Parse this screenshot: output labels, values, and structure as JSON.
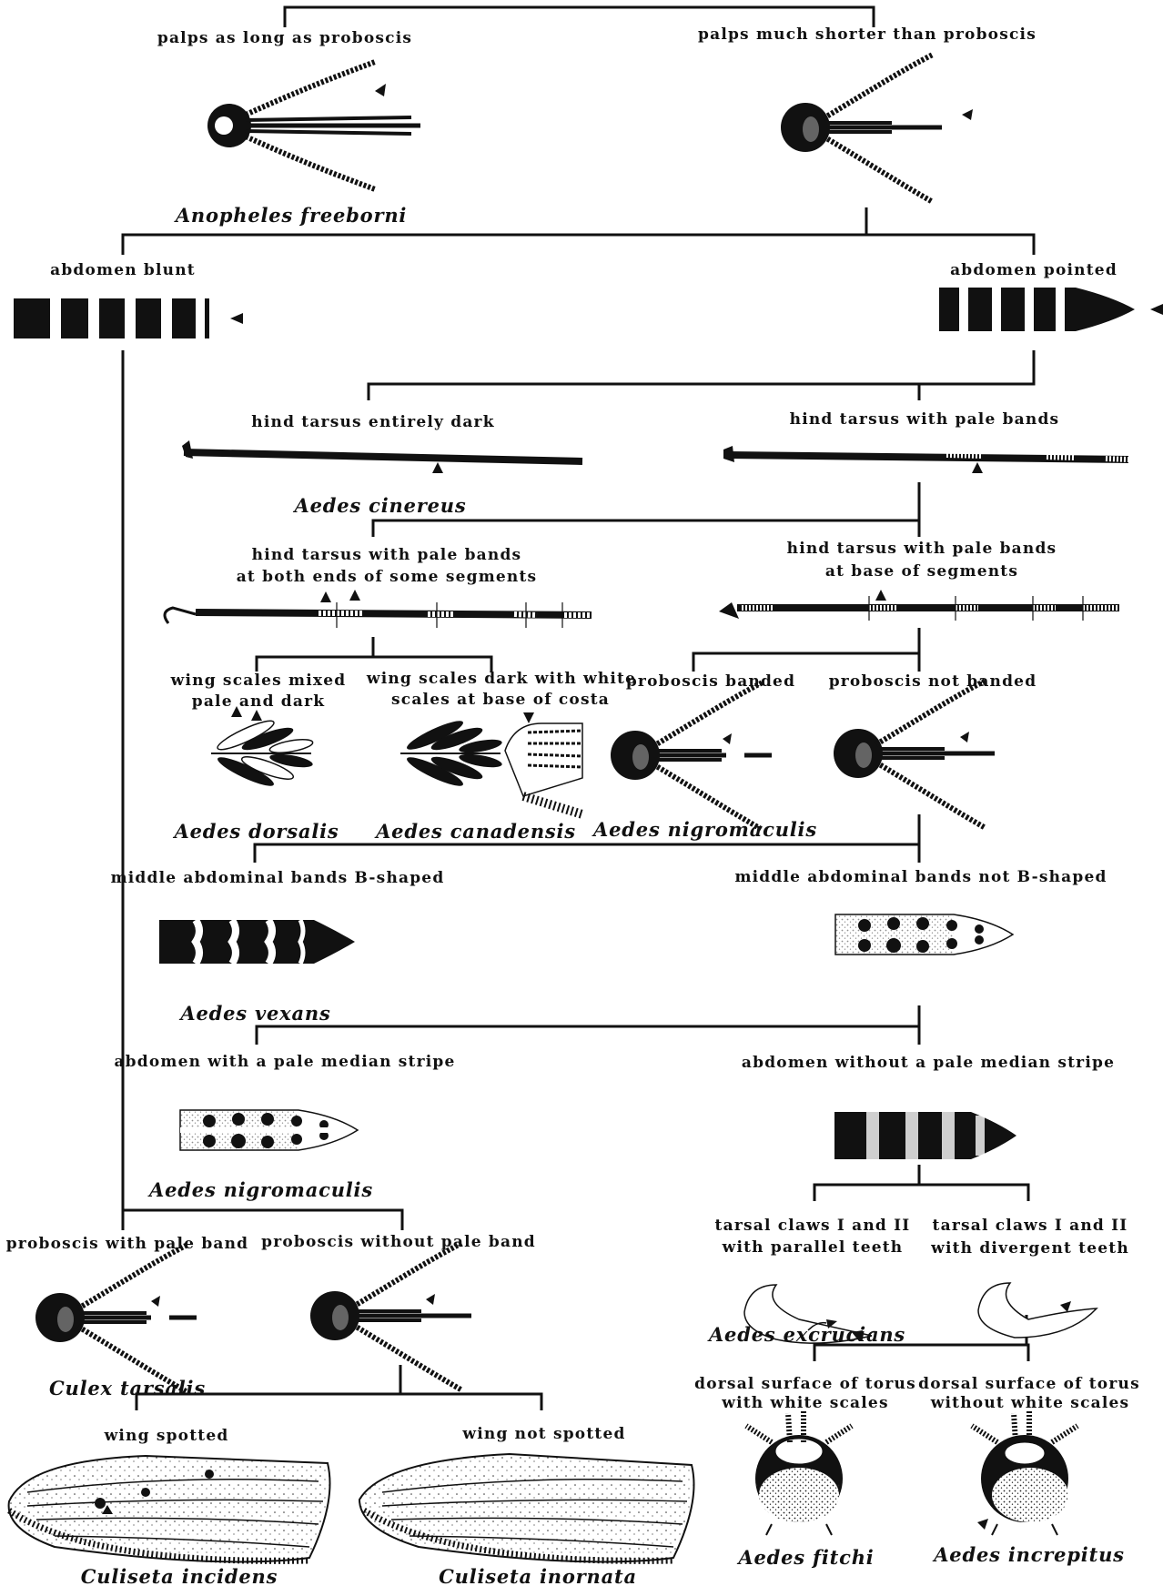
{
  "key": {
    "labels": {
      "palps_long": "palps as long as proboscis",
      "palps_short": "palps much shorter than proboscis",
      "abdomen_blunt": "abdomen blunt",
      "abdomen_pointed": "abdomen pointed",
      "tarsus_dark": "hind tarsus entirely dark",
      "tarsus_pale": "hind tarsus with pale bands",
      "bands_both_1": "hind tarsus with pale bands",
      "bands_both_2": "at both ends of some segments",
      "bands_base_1": "hind tarsus with pale bands",
      "bands_base_2": "at base of segments",
      "wing_mixed_1": "wing scales mixed",
      "wing_mixed_2": "pale and dark",
      "wing_dark_1": "wing scales dark with white",
      "wing_dark_2": "scales at base of  costa",
      "prob_banded": "proboscis banded",
      "prob_not_banded": "proboscis not banded",
      "b_shaped": "middle abdominal bands B-shaped",
      "not_b_shaped": "middle abdominal bands not B-shaped",
      "median_stripe": "abdomen with a pale median stripe",
      "no_median_stripe": "abdomen without a pale median stripe",
      "prob_pale_band": "proboscis with pale band",
      "prob_no_pale_band": "proboscis without pale band",
      "claws_parallel_1": "tarsal claws I and II",
      "claws_parallel_2": "with parallel teeth",
      "claws_divergent_1": "tarsal claws I and II",
      "claws_divergent_2": "with divergent teeth",
      "wing_spotted": "wing spotted",
      "wing_not_spotted": "wing not spotted",
      "torus_white_1": "dorsal surface of torus",
      "torus_white_2": "with white scales",
      "torus_nowhite_1": "dorsal surface of torus",
      "torus_nowhite_2": "without white scales"
    },
    "species": {
      "anopheles_freeborni": "Anopheles freeborni",
      "aedes_cinereus": "Aedes cinereus",
      "aedes_dorsalis": "Aedes dorsalis",
      "aedes_canadensis": "Aedes canadensis",
      "aedes_nigromaculis_1": "Aedes nigromaculis",
      "aedes_vexans": "Aedes vexans",
      "aedes_nigromaculis_2": "Aedes nigromaculis",
      "culex_tarsalis": "Culex tarsalis",
      "aedes_excrucians": "Aedes excrucians",
      "culiseta_incidens": "Culiseta incidens",
      "culiseta_inornata": "Culiseta inornata",
      "aedes_fitchi": "Aedes fitchi",
      "aedes_increpitus": "Aedes increpitus"
    }
  }
}
